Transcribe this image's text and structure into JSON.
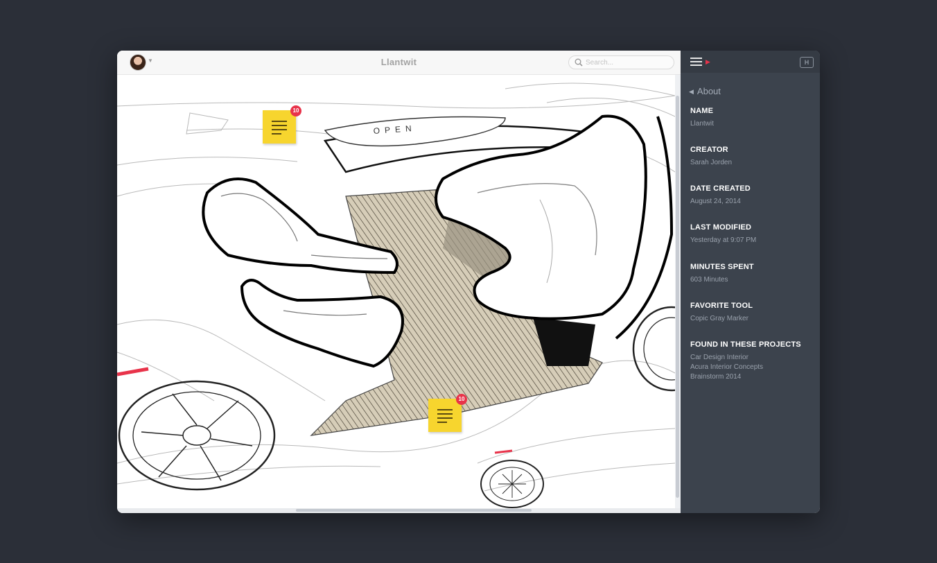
{
  "window": {
    "title": "Llantwit",
    "search_placeholder": "Search..."
  },
  "notes": [
    {
      "badge": "10"
    },
    {
      "badge": "10"
    }
  ],
  "sidebar": {
    "brand_glyph": "H",
    "back_label": "About",
    "fields": [
      {
        "label": "NAME",
        "value": "Llantwit"
      },
      {
        "label": "CREATOR",
        "value": "Sarah Jorden"
      },
      {
        "label": "DATE CREATED",
        "value": "August 24, 2014"
      },
      {
        "label": "LAST MODIFIED",
        "value": "Yesterday at 9:07 PM"
      },
      {
        "label": "MINUTES SPENT",
        "value": "603 Minutes"
      },
      {
        "label": "FAVORITE TOOL",
        "value": "Copic Gray Marker"
      },
      {
        "label": "FOUND IN THESE PROJECTS",
        "values": [
          "Car Design Interior",
          "Acura Interior Concepts",
          "Brainstorm 2014"
        ]
      }
    ]
  },
  "colors": {
    "background": "#2b2f38",
    "sidebar": "#3c434d",
    "accent_red": "#e8334a",
    "note_yellow": "#f7d52e",
    "hatch_fill": "#d6cdb8"
  },
  "icons": [
    "avatar",
    "chevron-down-icon",
    "search-icon",
    "hamburger-icon",
    "red-caret-icon",
    "brand-logo-icon",
    "back-chevron-icon",
    "note-icon"
  ]
}
